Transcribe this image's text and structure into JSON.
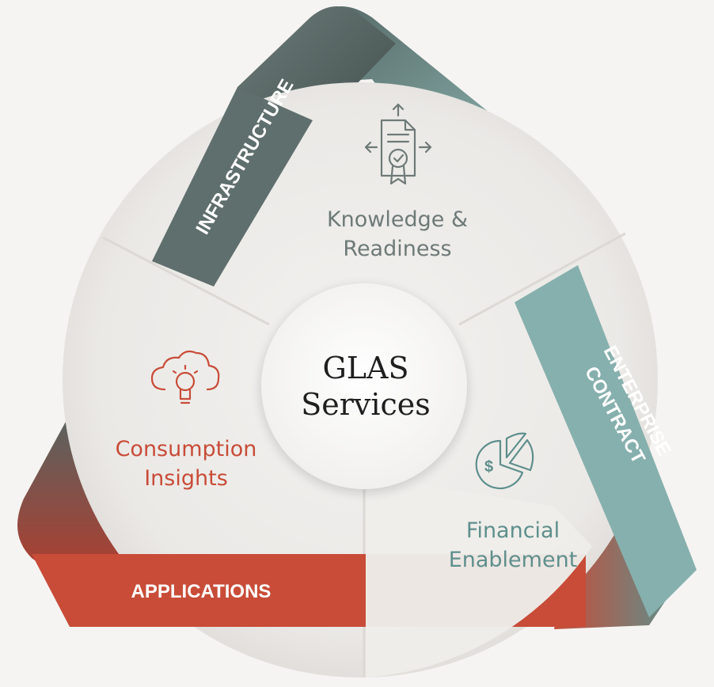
{
  "center": {
    "line1": "GLAS",
    "line2": "Services"
  },
  "sectors": {
    "knowledge": {
      "line1": "Knowledge &",
      "line2": "Readiness",
      "icon": "certificate-document-icon",
      "color": "#6e7a78"
    },
    "consumption": {
      "line1": "Consumption",
      "line2": "Insights",
      "icon": "cloud-lightbulb-icon",
      "color": "#c84c38"
    },
    "financial": {
      "line1": "Financial",
      "line2": "Enablement",
      "icon": "pie-chart-dollar-icon",
      "color": "#5e8f8c"
    }
  },
  "bands": {
    "infrastructure": {
      "label": "INFRASTRUCTURE",
      "color": "#5f6f6d"
    },
    "enterprise": {
      "line1": "ENTERPRISE",
      "line2": "CONTRACT",
      "color": "#86b0ad"
    },
    "applications": {
      "label": "APPLICATIONS",
      "color": "#c84c38"
    }
  }
}
